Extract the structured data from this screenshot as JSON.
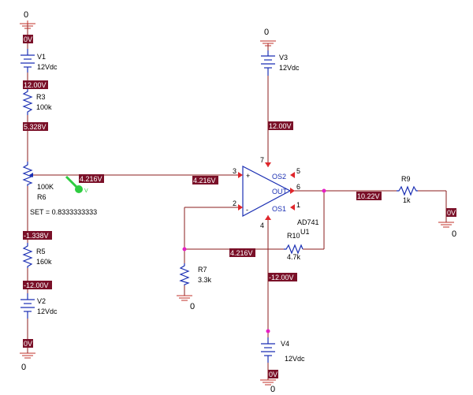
{
  "grounds": {
    "g_v1": "0",
    "g_v3": "0",
    "g_v2": "0",
    "g_r7": "0",
    "g_r9": "0",
    "g_v4": "0"
  },
  "sources": {
    "v1": {
      "name": "V1",
      "value": "12Vdc"
    },
    "v2": {
      "name": "V2",
      "value": "12Vdc"
    },
    "v3": {
      "name": "V3",
      "value": "12Vdc"
    },
    "v4": {
      "name": "V4",
      "value": "12Vdc"
    }
  },
  "resistors": {
    "r3": {
      "name": "R3",
      "value": "100k"
    },
    "r5": {
      "name": "R5",
      "value": "160k"
    },
    "r7": {
      "name": "R7",
      "value": "3.3k"
    },
    "r9": {
      "name": "R9",
      "value": "1k"
    },
    "r10": {
      "name": "R10",
      "value": "4.7k"
    }
  },
  "pot": {
    "value": "100K",
    "name": "R6",
    "set": "SET = 0.8333333333"
  },
  "opamp": {
    "part": "AD741",
    "ref": "U1",
    "pin3": "3",
    "pin2": "2",
    "pin7": "7",
    "pin4": "4",
    "pin6": "6",
    "pin5": "5",
    "pin1": "1",
    "plus": "+",
    "minus": "-",
    "os2": "OS2",
    "out": "OUT",
    "os1": "OS1"
  },
  "probe_label": "V",
  "voltages": {
    "v1_bottom": "0V",
    "v1_top": "12.00V",
    "r3_bottom": "5.328V",
    "wiper": "4.216V",
    "in_plus": "4.216V",
    "r5_top": "-1.338V",
    "r5_bottom": "-12.00V",
    "v2_bottom": "0V",
    "v3_out": "12.00V",
    "output": "10.22V",
    "r9_end": "0V",
    "in_minus": "4.216V",
    "neg_rail": "-12.00V",
    "v4_bottom": "0V"
  },
  "colors": {
    "wire": "#8b1c1c",
    "component": "#1b2fb3",
    "voltage_tag": "#7a1028",
    "node_dot": "#e61ec4",
    "probe": "#2ecc40"
  }
}
